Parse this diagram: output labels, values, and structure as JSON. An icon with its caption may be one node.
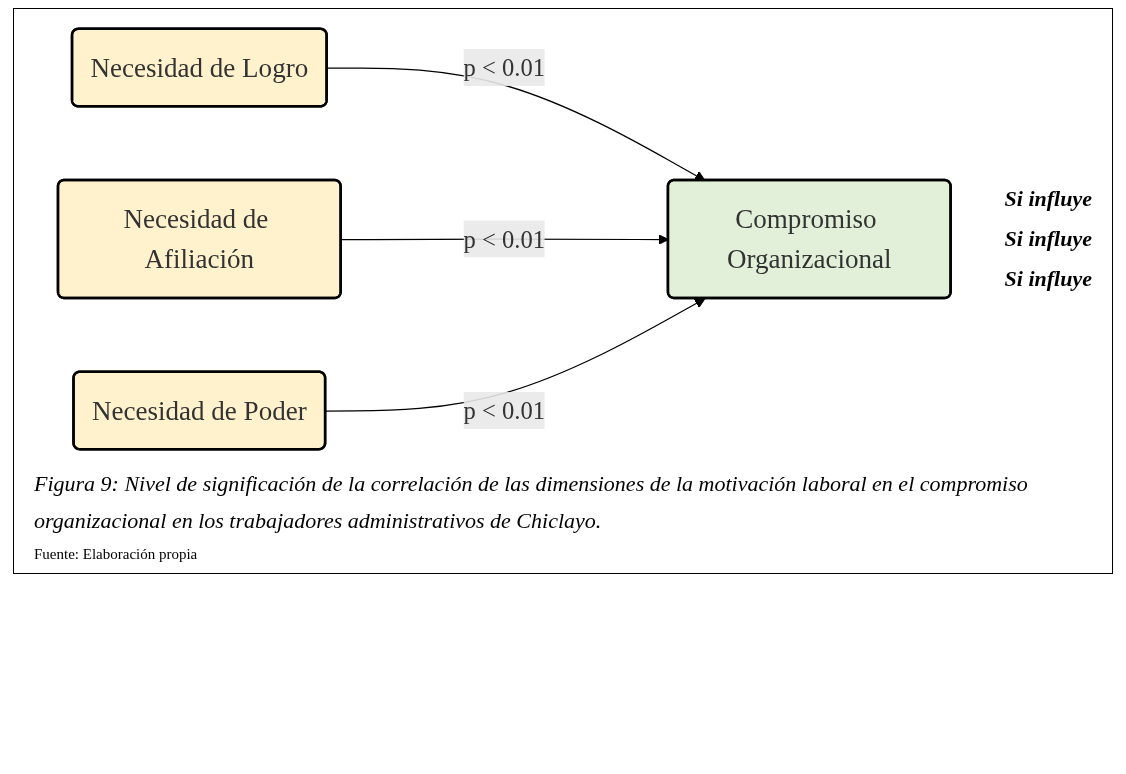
{
  "diagram": {
    "caption": "Figura 9: Nivel de significación de la correlación de las dimensiones de la motivación laboral en el compromiso organizacional en los trabajadores administrativos de Chiclayo.",
    "nodes": [
      {
        "text": [
          "Necesidad de Logro"
        ]
      },
      {
        "text": [
          "Necesidad de Afiliación"
        ]
      },
      {
        "text": [
          "Necesidad de Poder"
        ]
      },
      {
        "text": [
          "Compromiso Organizacional"
        ]
      }
    ],
    "edges": [
      {
        "from": 0,
        "to": 3,
        "arrow": "to",
        "label": "p < 0.01"
      },
      {
        "from": 1,
        "to": 3,
        "arrow": "to",
        "label": "p < 0.01"
      },
      {
        "from": 2,
        "to": 3,
        "arrow": "to",
        "label": "p < 0.01"
      }
    ],
    "labels": [
      "Si influye",
      "Si influye",
      "Si influye",
      "Fuente: Elaboración propia"
    ]
  }
}
